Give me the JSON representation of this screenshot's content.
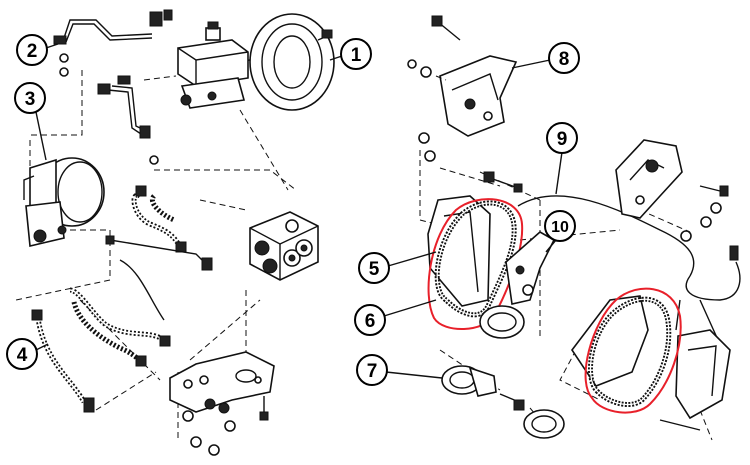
{
  "callouts": [
    {
      "id": "1",
      "label": "1"
    },
    {
      "id": "2",
      "label": "2"
    },
    {
      "id": "3",
      "label": "3"
    },
    {
      "id": "4",
      "label": "4"
    },
    {
      "id": "5",
      "label": "5"
    },
    {
      "id": "6",
      "label": "6"
    },
    {
      "id": "7",
      "label": "7"
    },
    {
      "id": "8",
      "label": "8"
    },
    {
      "id": "9",
      "label": "9"
    },
    {
      "id": "10",
      "label": "10"
    }
  ],
  "colors": {
    "line": "#111111",
    "highlight": "#e8202a",
    "background": "#ffffff"
  }
}
